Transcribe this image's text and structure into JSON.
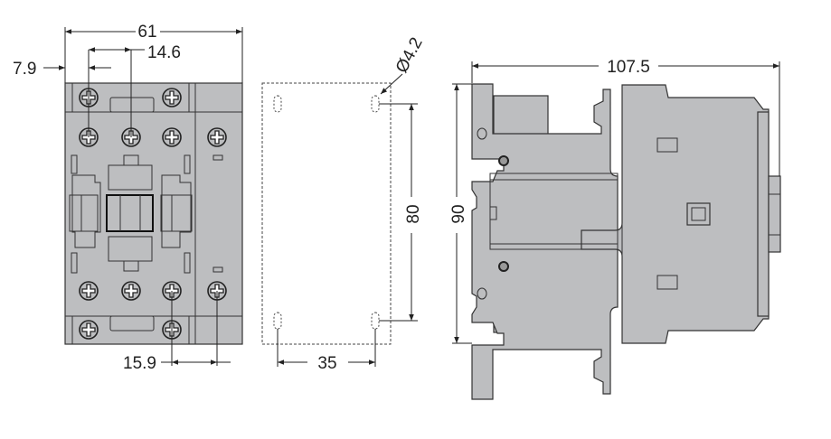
{
  "title": "Contactor dimensional drawing",
  "front_view": {
    "width": "61",
    "terminal_pitch": "14.6",
    "edge_to_terminal": "7.9",
    "aux_terminal_pitch": "15.9"
  },
  "mounting_view": {
    "hole_diameter": "Ø4.2",
    "vertical_spacing": "80",
    "horizontal_spacing": "35"
  },
  "side_view": {
    "depth": "107.5",
    "height": "90"
  },
  "colors": {
    "body": "#bdbec0",
    "line": "#333333"
  }
}
